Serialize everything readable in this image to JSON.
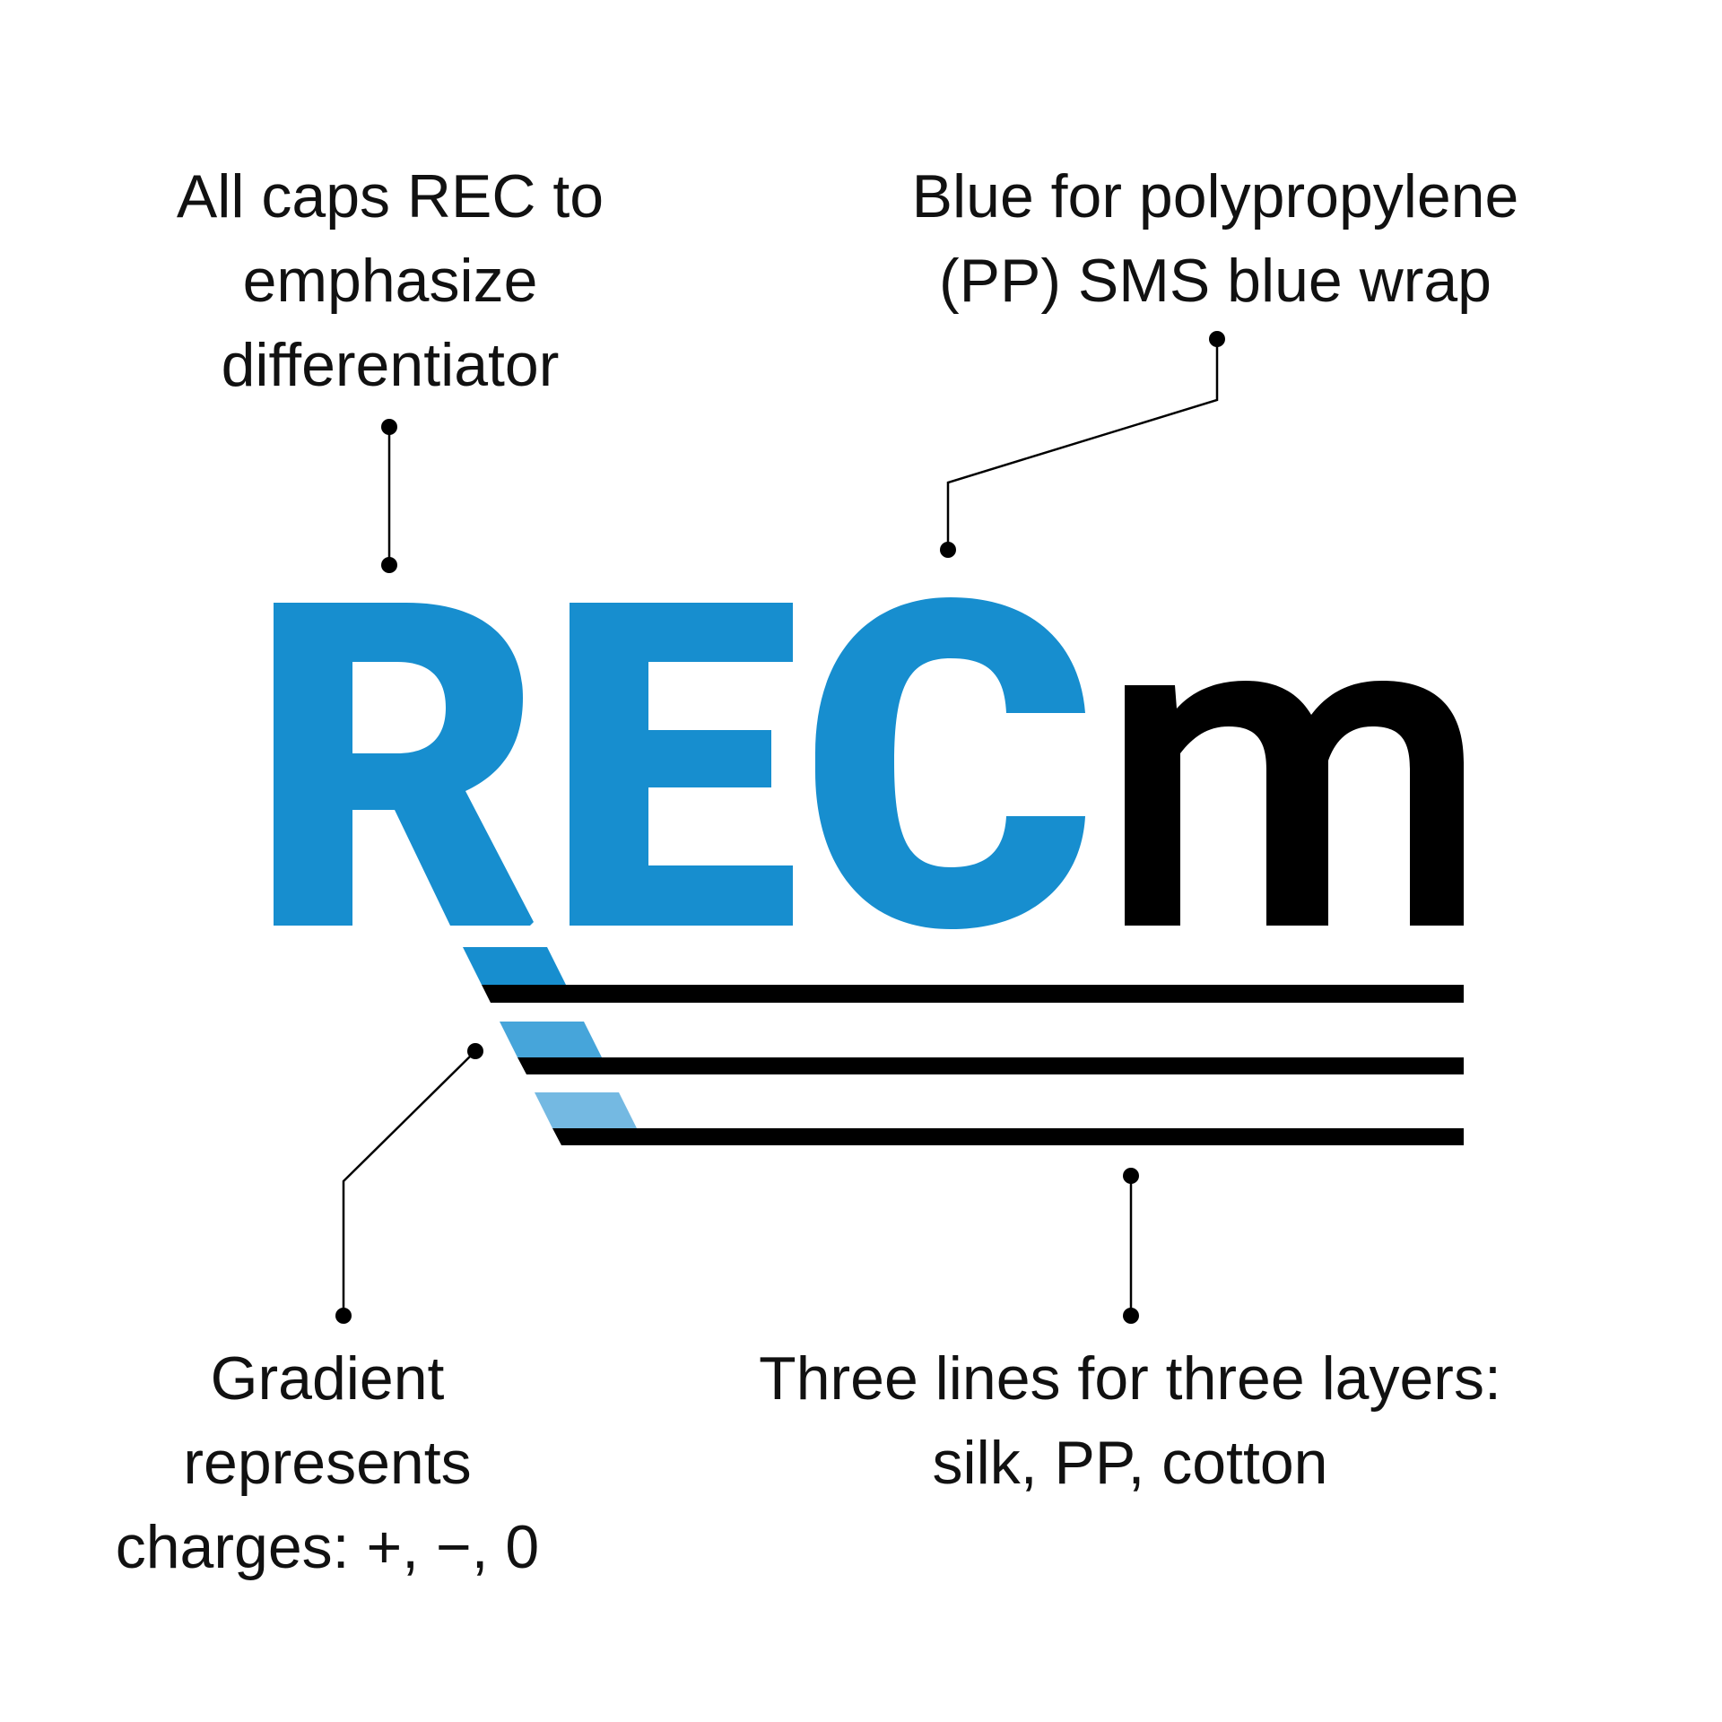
{
  "logo": {
    "letters": [
      "R",
      "E",
      "C",
      "m"
    ],
    "colors": {
      "blue": "#178ECF",
      "black": "#000000",
      "gradient_1": "#178ECF",
      "gradient_2": "#46A5DA",
      "gradient_3": "#74B9E2"
    },
    "layer_lines_count": 3
  },
  "callouts": {
    "caps": {
      "lines": [
        "All caps REC to",
        "emphasize",
        "differentiator"
      ]
    },
    "blue": {
      "lines": [
        "Blue for polypropylene",
        "(PP) SMS blue wrap"
      ]
    },
    "gradient": {
      "lines": [
        "Gradient",
        "represents",
        "charges: +, −, 0"
      ]
    },
    "three_lines": {
      "lines": [
        "Three lines for three layers:",
        "silk, PP, cotton"
      ]
    }
  }
}
